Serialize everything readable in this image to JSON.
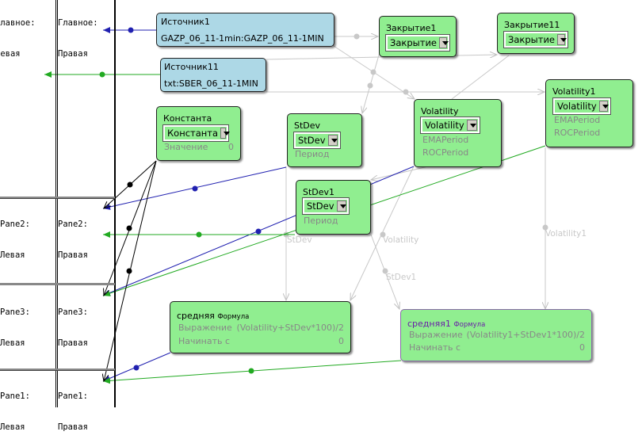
{
  "panes": {
    "left_column": [
      {
        "name": "Главное:",
        "side": "Левая"
      },
      {
        "name": "Pane2:",
        "side": "Левая"
      },
      {
        "name": "Pane3:",
        "side": "Левая"
      },
      {
        "name": "Pane1:",
        "side": "Левая"
      }
    ],
    "right_column": [
      {
        "name": "Главное:",
        "side": "Правая"
      },
      {
        "name": "Pane2:",
        "side": "Правая"
      },
      {
        "name": "Pane3:",
        "side": "Правая"
      },
      {
        "name": "Pane1:",
        "side": "Правая"
      }
    ]
  },
  "sources": [
    {
      "title": "Источник1",
      "value": "GAZP_06_11-1min:GAZP_06_11-1MIN"
    },
    {
      "title": "Источник11",
      "value": "txt:SBER_06_11-1MIN"
    }
  ],
  "nodes": {
    "close1": {
      "title": "Закрытие1",
      "selected": "Закрытие"
    },
    "close11": {
      "title": "Закрытие11",
      "selected": "Закрытие"
    },
    "constant": {
      "title": "Константа",
      "selected": "Константа",
      "param_label": "Значение",
      "param_value": "0"
    },
    "stdev": {
      "title": "StDev",
      "selected": "StDev",
      "param_label": "Период"
    },
    "stdev1": {
      "title": "StDev1",
      "selected": "StDev",
      "param_label": "Период"
    },
    "volatility": {
      "title": "Volatility",
      "selected": "Volatility",
      "params": [
        "EMAPeriod",
        "ROCPeriod"
      ]
    },
    "volatility1": {
      "title": "Volatility1",
      "selected": "Volatility",
      "params": [
        "EMAPeriod",
        "ROCPeriod"
      ]
    },
    "avg": {
      "title": "средняя",
      "type_label": "Формула",
      "expr_label": "Выражение",
      "expr_value": "(Volatility+StDev*100)/2",
      "start_label": "Начинать с",
      "start_value": "0"
    },
    "avg1": {
      "title": "средняя1",
      "type_label": "Формула",
      "expr_label": "Выражение",
      "expr_value": "(Volatility1+StDev1*100)/2",
      "start_label": "Начинать с",
      "start_value": "0"
    }
  },
  "wire_labels": {
    "stdev": "StDev",
    "volatility": "Volatility",
    "stdev1": "StDev1",
    "volatility1": "Volatility1"
  },
  "colors": {
    "node_green": "#90ee90",
    "source_blue": "#add8e6",
    "wire_gray": "#c8c8c8",
    "wire_blue": "#2020b0",
    "wire_green": "#22aa22",
    "wire_black": "#000000",
    "formula_purple": "#6a1fa8"
  }
}
